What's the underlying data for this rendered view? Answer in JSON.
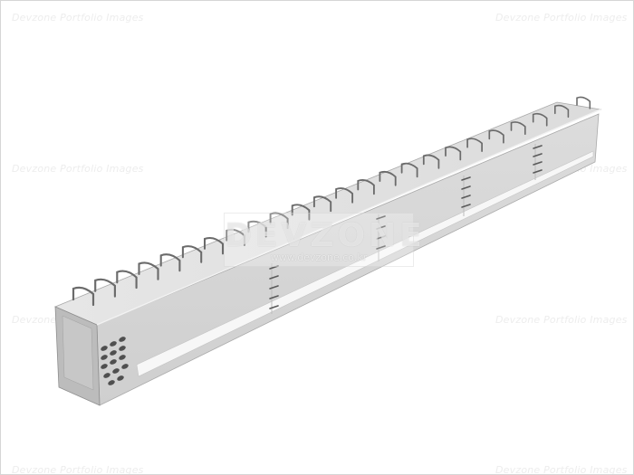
{
  "watermarks": {
    "text": "Devzone Portfolio Images"
  },
  "logo": {
    "name": "DEVZONE",
    "url": "www.devzone.co.kr"
  },
  "image": {
    "subject": "precast concrete beam with stirrups",
    "colors": {
      "background": "#ffffff",
      "top": "#e4e4e4",
      "side": "#d6d6d6",
      "end": "#b9b9b9",
      "rebar": "#6d6d6d"
    }
  }
}
